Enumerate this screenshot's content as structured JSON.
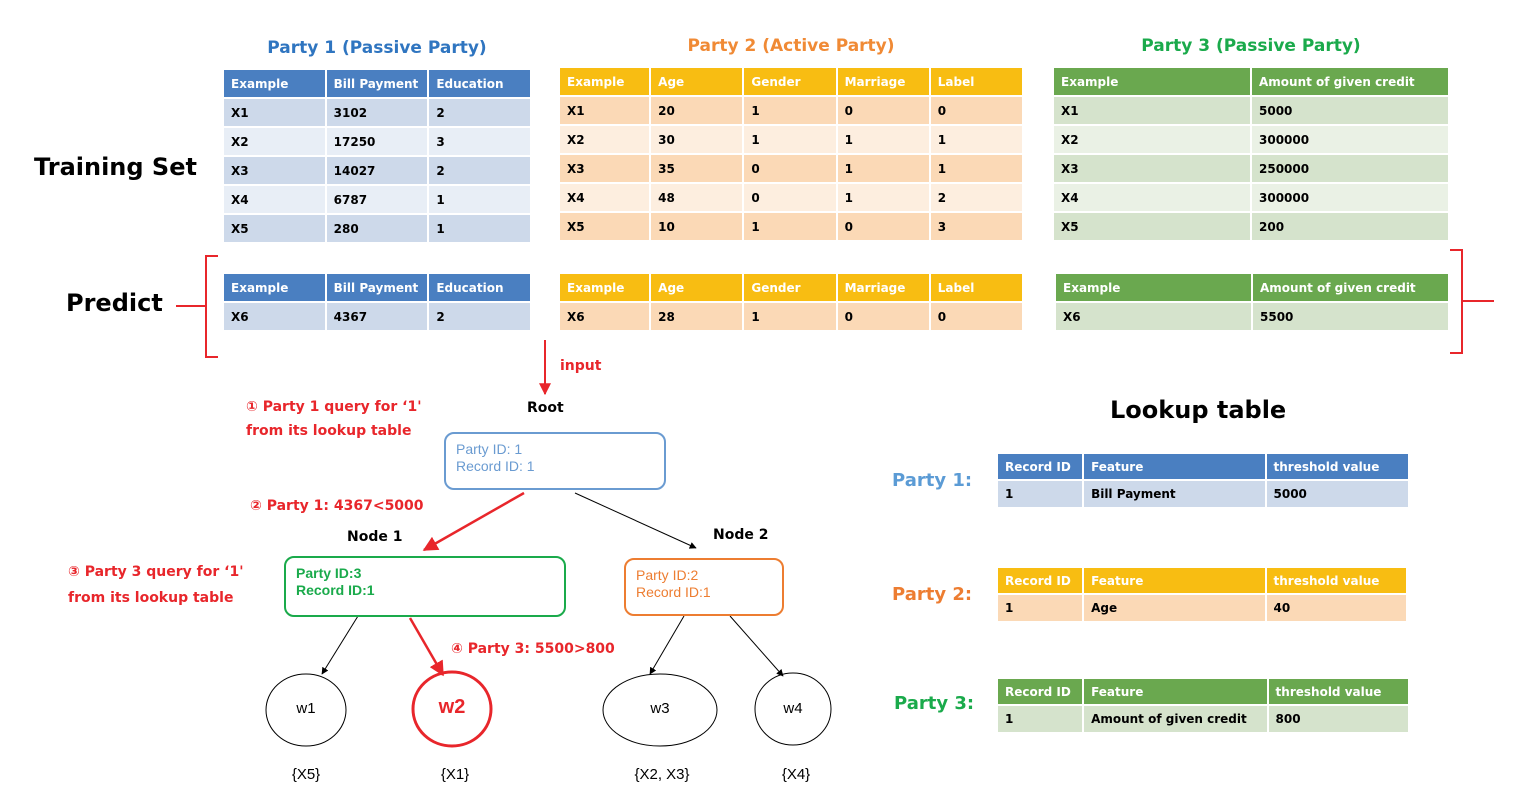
{
  "colors": {
    "blue": "#4a7fc1",
    "orange": "#f8bd12",
    "green": "#6aa84f",
    "red": "#e8262b",
    "node_blue": "#6a9bd1",
    "node_orange": "#ed7d31",
    "node_green": "#1aaa4b"
  },
  "titles": {
    "training_set": "Training Set",
    "predict": "Predict",
    "lookup_table": "Lookup table"
  },
  "party1": {
    "title": "Party 1 (Passive Party)",
    "headers": [
      "Example",
      "Bill Payment",
      "Education"
    ],
    "train": [
      [
        "X1",
        "3102",
        "2"
      ],
      [
        "X2",
        "17250",
        "3"
      ],
      [
        "X3",
        "14027",
        "2"
      ],
      [
        "X4",
        "6787",
        "1"
      ],
      [
        "X5",
        "280",
        "1"
      ]
    ],
    "predict": [
      [
        "X6",
        "4367",
        "2"
      ]
    ]
  },
  "party2": {
    "title": "Party 2 (Active Party)",
    "headers": [
      "Example",
      "Age",
      "Gender",
      "Marriage",
      "Label"
    ],
    "train": [
      [
        "X1",
        "20",
        "1",
        "0",
        "0"
      ],
      [
        "X2",
        "30",
        "1",
        "1",
        "1"
      ],
      [
        "X3",
        "35",
        "0",
        "1",
        "1"
      ],
      [
        "X4",
        "48",
        "0",
        "1",
        "2"
      ],
      [
        "X5",
        "10",
        "1",
        "0",
        "3"
      ]
    ],
    "predict": [
      [
        "X6",
        "28",
        "1",
        "0",
        "0"
      ]
    ]
  },
  "party3": {
    "title": "Party 3 (Passive Party)",
    "headers": [
      "Example",
      "Amount of given credit"
    ],
    "train": [
      [
        "X1",
        "5000"
      ],
      [
        "X2",
        "300000"
      ],
      [
        "X3",
        "250000"
      ],
      [
        "X4",
        "300000"
      ],
      [
        "X5",
        "200"
      ]
    ],
    "predict": [
      [
        "X6",
        "5500"
      ]
    ]
  },
  "tree": {
    "input_label": "input",
    "root_label": "Root",
    "root": {
      "party": "Party ID: 1",
      "record": "Record ID: 1"
    },
    "node1_label": "Node 1",
    "node1": {
      "party": "Party ID:3",
      "record": "Record ID:1"
    },
    "node2_label": "Node 2",
    "node2": {
      "party": "Party ID:2",
      "record": "Record ID:1"
    },
    "leaves": [
      {
        "w": "w1",
        "set": "{X5}"
      },
      {
        "w": "w2",
        "set": "{X1}"
      },
      {
        "w": "w3",
        "set": "{X2, X3}"
      },
      {
        "w": "w4",
        "set": "{X4}"
      }
    ],
    "step1_line1": "① Party  1 query for ‘1'",
    "step1_line2": "from its lookup  table",
    "step2": "② Party  1: 4367<5000",
    "step3_line1": "③ Party  3 query for ‘1'",
    "step3_line2": "from its lookup table",
    "step4": "④ Party  3: 5500>800"
  },
  "lookup": {
    "headers": [
      "Record ID",
      "Feature",
      "threshold value"
    ],
    "party1": {
      "label": "Party 1:",
      "row": [
        "1",
        "Bill Payment",
        "5000"
      ]
    },
    "party2": {
      "label": "Party 2:",
      "row": [
        "1",
        "Age",
        "40"
      ]
    },
    "party3": {
      "label": "Party 3:",
      "row": [
        "1",
        "Amount of given credit",
        "800"
      ]
    }
  }
}
